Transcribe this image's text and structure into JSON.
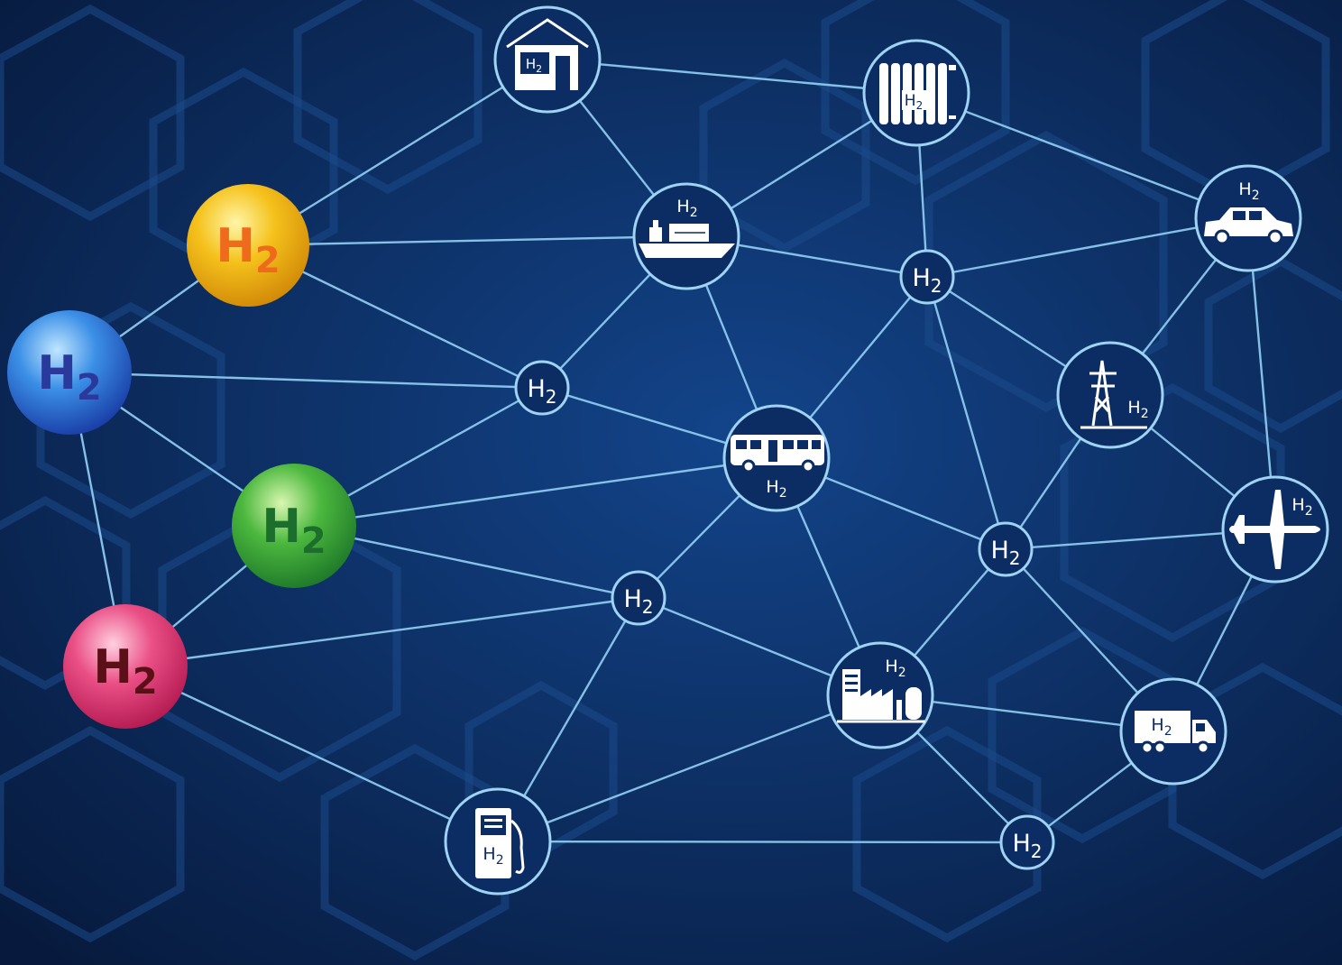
{
  "diagram": {
    "node_label": "H",
    "node_subscript": "2",
    "colors": {
      "background_center": "#13448a",
      "background_edge": "#071a3d",
      "edge": "#8cc8ee",
      "ring": "#9fd3f3",
      "ball_yellow": "#f5b81c",
      "ball_blue": "#2f7fe0",
      "ball_green": "#3fae3a",
      "ball_pink": "#e0457a"
    },
    "balls": [
      {
        "id": "ball-yellow",
        "color_name": "yellow",
        "label_color": "#f06a1e"
      },
      {
        "id": "ball-blue",
        "color_name": "blue",
        "label_color": "#2a3a9c"
      },
      {
        "id": "ball-green",
        "color_name": "green",
        "label_color": "#1c6e2c"
      },
      {
        "id": "ball-pink",
        "color_name": "pink",
        "label_color": "#5a1016"
      }
    ],
    "icon_nodes": [
      {
        "id": "house",
        "icon": "house-icon"
      },
      {
        "id": "radiator",
        "icon": "radiator-icon"
      },
      {
        "id": "ship",
        "icon": "cargo-ship-icon"
      },
      {
        "id": "car",
        "icon": "car-icon"
      },
      {
        "id": "power",
        "icon": "power-pylon-icon"
      },
      {
        "id": "bus",
        "icon": "bus-icon"
      },
      {
        "id": "plane",
        "icon": "airplane-icon"
      },
      {
        "id": "factory",
        "icon": "factory-icon"
      },
      {
        "id": "truck",
        "icon": "truck-icon"
      },
      {
        "id": "pump",
        "icon": "fuel-pump-icon"
      }
    ],
    "hub_nodes": [
      "hub-1",
      "hub-2",
      "hub-3",
      "hub-4",
      "hub-5"
    ]
  }
}
